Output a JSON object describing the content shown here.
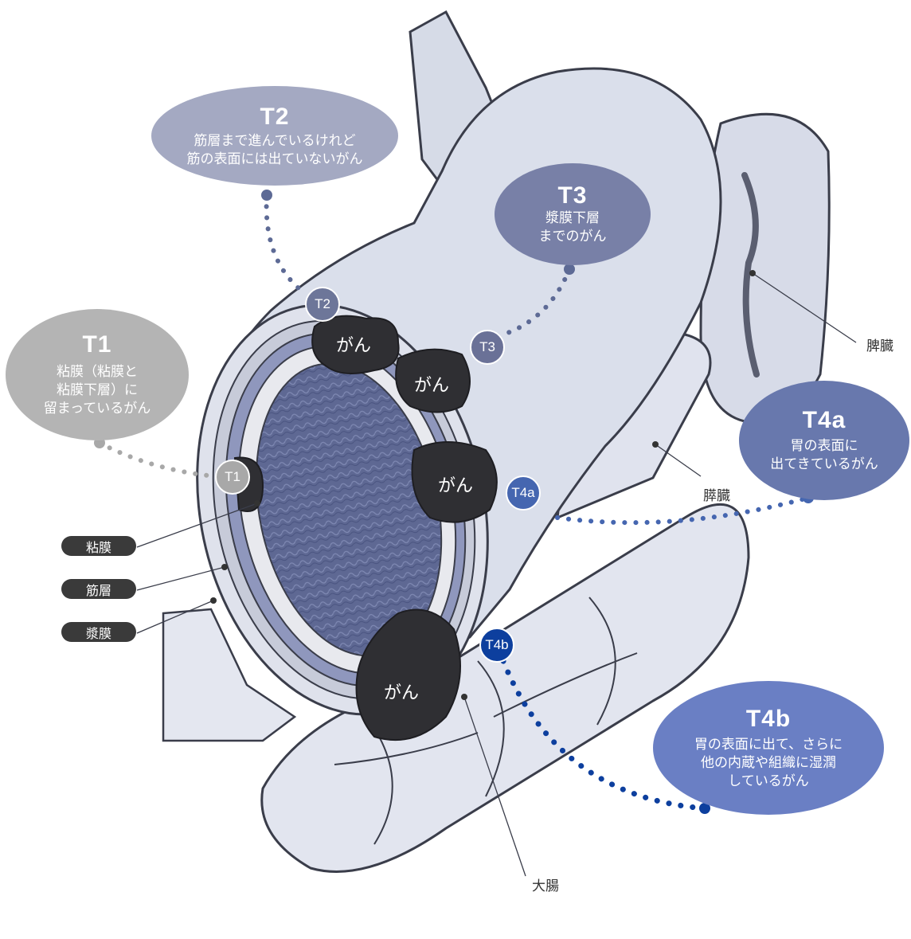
{
  "title": "",
  "stages": [
    {
      "code": "T1",
      "desc": "粘膜（粘膜と\n粘膜下層）に\n留まっているがん",
      "color": "#b4b4b4",
      "marker": "T1"
    },
    {
      "code": "T2",
      "desc": "筋層まで進んでいるけれど\n筋の表面には出ていないがん",
      "color": "#a4a9c2",
      "marker": "T2"
    },
    {
      "code": "T3",
      "desc": "漿膜下層\nまでのがん",
      "color": "#7880a7",
      "marker": "T3"
    },
    {
      "code": "T4a",
      "desc": "胃の表面に\n出てきているがん",
      "color": "#6878ad",
      "marker": "T4a"
    },
    {
      "code": "T4b",
      "desc": "胃の表面に出て、さらに\n他の内蔵や組織に湿潤\nしているがん",
      "color": "#6a7fc4",
      "marker": "T4b"
    }
  ],
  "tumor_label": "がん",
  "layers": [
    "粘膜",
    "筋層",
    "漿膜"
  ],
  "organs": {
    "spleen": "脾臓",
    "pancreas": "膵臓",
    "colon": "大腸"
  },
  "colors": {
    "gray": "#b4b4b4",
    "tumor": "#2f2f33",
    "dots_t1": "#a8a8a8",
    "dots_t2t3": "#5d6a95",
    "dots_t4a": "#4566b0",
    "dots_t4b": "#0d3f9e",
    "marker_t4b": "#0d3f9e",
    "organ_fill": "#d9dde9",
    "lumen": "#5b6590"
  }
}
